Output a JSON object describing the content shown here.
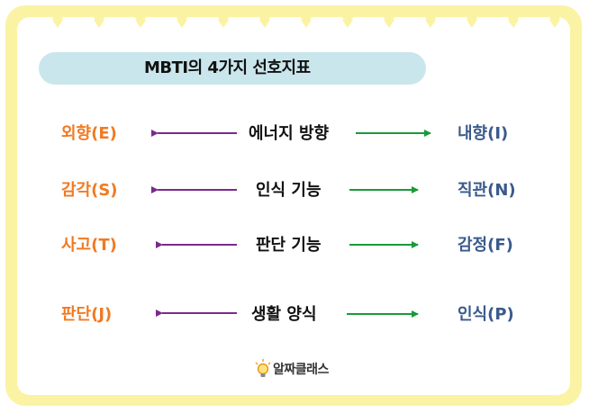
{
  "title": "MBTI의 4가지 선호지표",
  "rows": [
    {
      "left": "외향(E)",
      "center": "에너지 방향",
      "right": "내향(I)"
    },
    {
      "left": "감각(S)",
      "center": "인식 기능",
      "right": "직관(N)"
    },
    {
      "left": "사고(T)",
      "center": "판단 기능",
      "right": "감정(F)"
    },
    {
      "left": "판단(J)",
      "center": "생활 양식",
      "right": "인식(P)"
    }
  ],
  "logo_text": "알짜클래스",
  "colors": {
    "frame": "#fbf3a4",
    "title_bg": "#c9e6ec",
    "left_text": "#f07a22",
    "right_text": "#3a5a8c",
    "left_arrow": "#7a2a8c",
    "right_arrow": "#1a9a3a"
  }
}
